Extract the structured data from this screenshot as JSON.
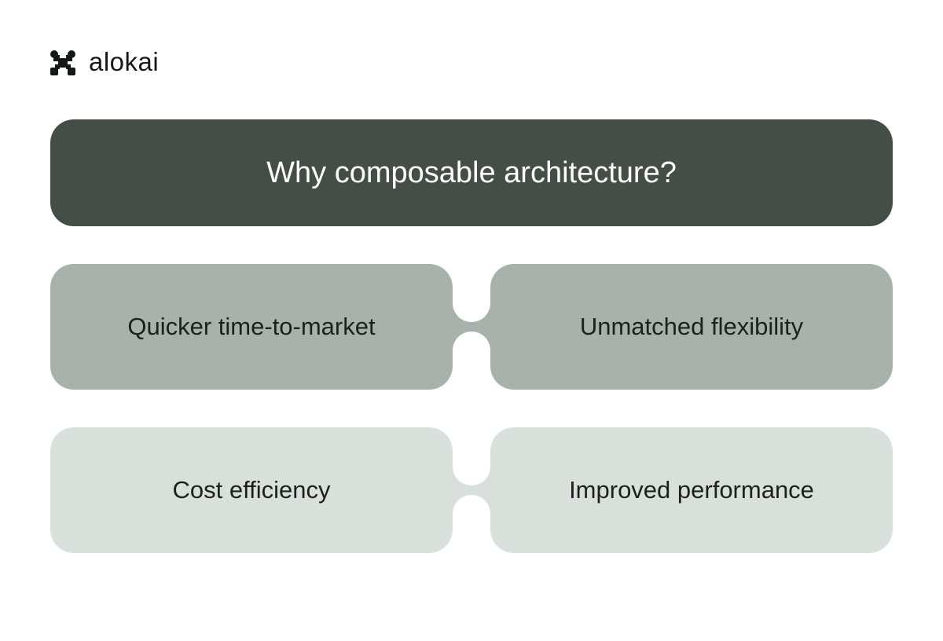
{
  "logo": {
    "text": "alokai"
  },
  "title": "Why composable architecture?",
  "items": [
    "Quicker time-to-market",
    "Unmatched flexibility",
    "Cost efficiency",
    "Improved performance"
  ],
  "colors": {
    "title_bg": "#454e46",
    "row1_bg": "#a8b2ab",
    "row2_bg": "#d9e0dc"
  }
}
